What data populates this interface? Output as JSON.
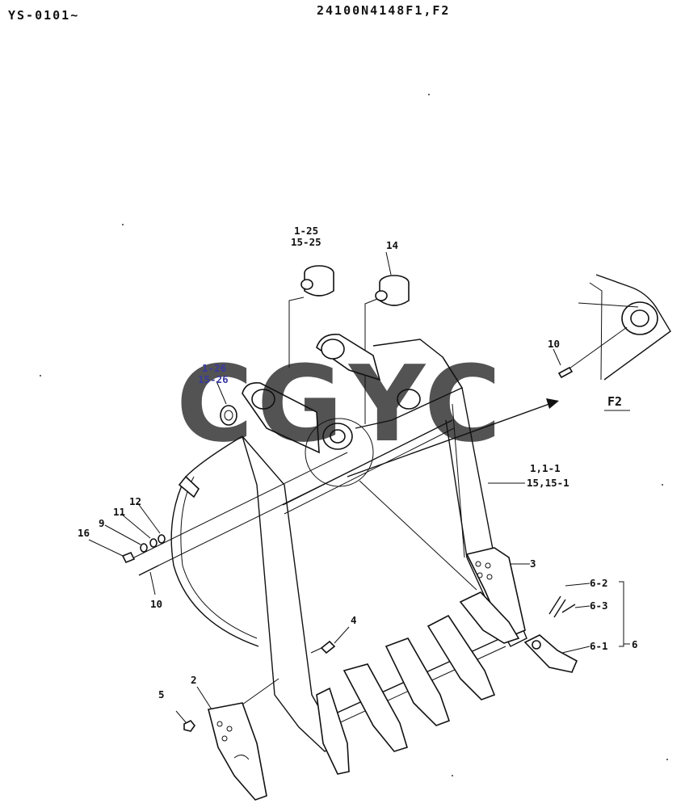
{
  "header": {
    "serial": "YS-0101~",
    "part_number": "24100N4148F1,F2"
  },
  "watermark": {
    "letters": [
      "C",
      "G",
      "Y",
      "C"
    ],
    "colors": [
      "#4285f4",
      "#ea4335",
      "#fbbc05",
      "#34a853"
    ]
  },
  "callouts": {
    "c_1_25": "1-25",
    "c_15_25": "15-25",
    "c_14": "14",
    "c_1_26": "1-26",
    "c_15_26": "15-26",
    "c_10_top": "10",
    "c_f2": "F2",
    "c_1_1": "1,1-1",
    "c_15_1": "15,15-1",
    "c_12": "12",
    "c_11": "11",
    "c_9": "9",
    "c_16": "16",
    "c_10_left": "10",
    "c_3": "3",
    "c_4": "4",
    "c_6_2": "6-2",
    "c_6_3": "6-3",
    "c_6_1": "6-1",
    "c_6": "6",
    "c_2": "2",
    "c_5": "5"
  }
}
